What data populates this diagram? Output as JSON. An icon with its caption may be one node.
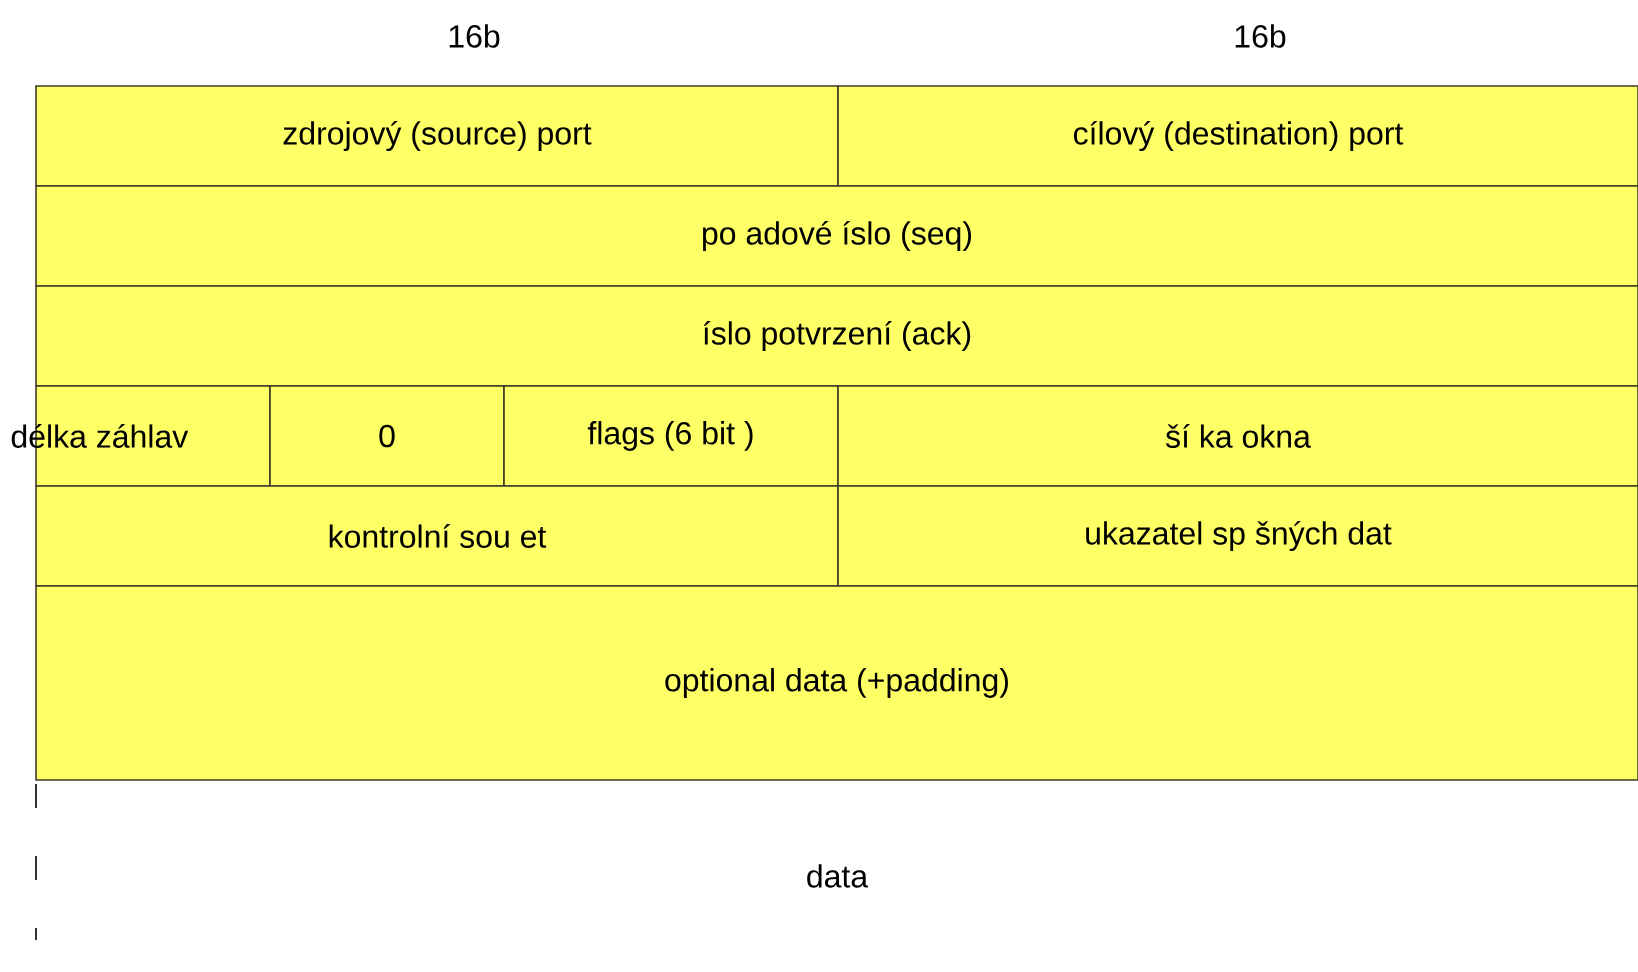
{
  "diagram": {
    "nodes": [
      {
        "text": [
          "zdrojový (source) port"
        ]
      },
      {
        "text": [
          "cílový (destination) port"
        ]
      },
      {
        "text": [
          "po adové íslo (seq)"
        ]
      },
      {
        "text": [
          "íslo potvrzení (ack)"
        ]
      },
      {
        "text": [
          "délka záhlav"
        ]
      },
      {
        "text": [
          "0"
        ]
      },
      {
        "text": [
          "flags (6 bit )"
        ]
      },
      {
        "text": [
          "ší ka okna"
        ]
      },
      {
        "text": [
          "kontrolní sou et"
        ]
      },
      {
        "text": [
          "ukazatel sp šných dat"
        ]
      },
      {
        "text": [
          "optional data (+padding)"
        ]
      },
      {
        "text": [
          "data"
        ]
      }
    ],
    "labels": [
      "16b",
      "16b"
    ]
  }
}
